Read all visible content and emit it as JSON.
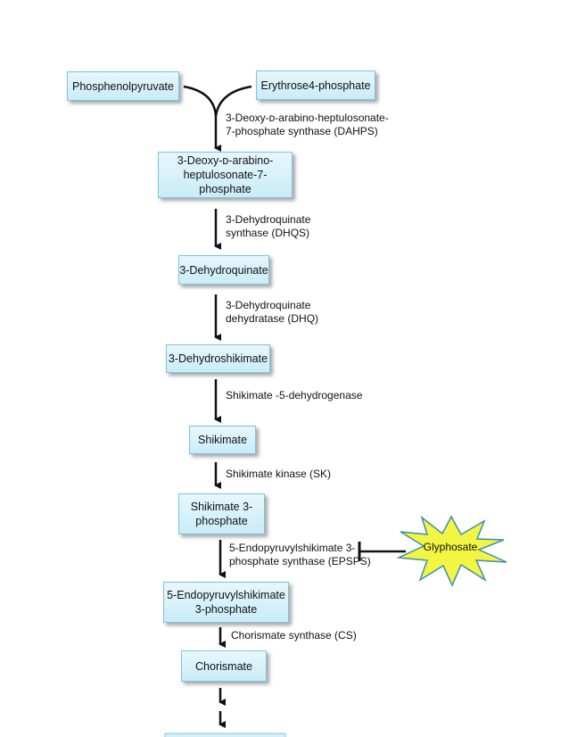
{
  "nodes": {
    "pep": "Phosphenolpyruvate",
    "e4p": "Erythrose4-phosphate",
    "dahp": "3-Deoxy-ᴅ-arabino-\nheptulosonate-7-phosphate",
    "dhq": "3-Dehydroquinate",
    "dhs": "3-Dehydroshikimate",
    "shikimate": "Shikimate",
    "s3p": "Shikimate 3-\nphosphate",
    "epsp": "5-Endopyruvylshikimate\n3-phosphate",
    "chorismate": "Chorismate"
  },
  "enzymes": {
    "dahps": "3-Deoxy-ᴅ-arabino-heptulosonate-\n7-phosphate synthase (DAHPS)",
    "dhqs": "3-Dehydroquinate\nsynthase (DHQS)",
    "dhqd": "3-Dehydroquinate\ndehydratase (DHQ)",
    "sdh": "Shikimate -5-dehydrogenase",
    "sk": "Shikimate kinase (SK)",
    "epsps": "5-Endopyruvylshikimate 3-\nphosphate synthase (EPSPS)",
    "cs": "Chorismate synthase (CS)"
  },
  "inhibitor": {
    "label": "Glyphosate",
    "fill_color": "#f2f542",
    "stroke_color": "#3a8fb0"
  },
  "colors": {
    "node_border": "#7fc4dc",
    "arrow": "#111111"
  }
}
